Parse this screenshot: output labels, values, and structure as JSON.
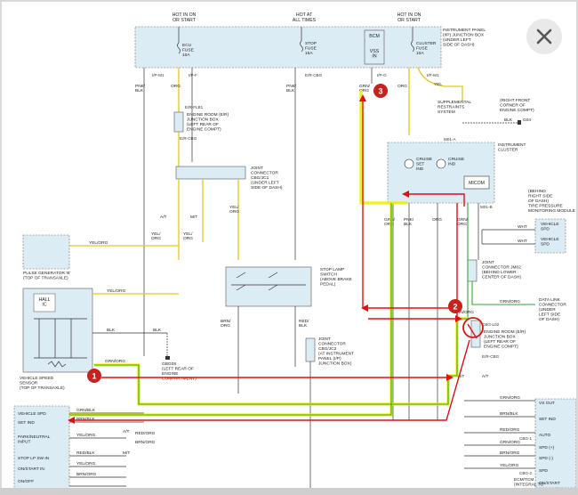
{
  "top_labels": {
    "hot_run_start_1": "HOT IN ON\nOR START",
    "hot_all_times": "HOT AT\nALL TIMES",
    "hot_run_start_2": "HOT IN ON\nOR START"
  },
  "fuses": {
    "ecu": "ECU\nFUSE\n10A",
    "stop": "STOP\nFUSE\n15A",
    "bcm": "BCM",
    "vss_in": "VSS\nIN",
    "cluster": "CLUSTER\nFUSE\n10A"
  },
  "ip_junction_box": "INSTRUMENT PANEL\n(I/P) JUNCTION BOX\n(UNDER LEFT\nSIDE OF DASH)",
  "connector_labels": {
    "er_flb1": "E/R-FLB1",
    "engine_room_box": "ENGINE ROOM (E/R)\nJUNCTION BOX\n(LEFT REAR OF\nENGINE COMPT)",
    "er_cbg": "E/R-CBG",
    "joint_connector_jc1": "JOINT\nCONNECTOR\nCBG/JC1\n(UNDER LEFT\nSIDE OF DASH)",
    "joint_connector_jc2": "JOINT\nCONNECTOR\nCBG/JC2\n(AT INSTRUMENT\nPANEL (I/P)\nJUNCTION BOX)",
    "joint_connector_jm02": "JOINT\nCONNECTOR JM02\n(BEHIND LOWER\nCENTER OF DASH)",
    "er_junction_box_2": "ENGINE ROOM (E/R)\nJUNCTION BOX\n(LEFT REAR OF\nENGINE COMPT)",
    "er_cbg_2": "E/R-CBG",
    "ip_m1": "I/P-M1",
    "ip_f": "I/P-F",
    "ip_g": "I/P-G",
    "ip_m1b": "I/P-M1",
    "er_cbg_top": "E/R-CBG",
    "m01_a": "M01-A",
    "m01_b": "M01-B",
    "cbg_1": "CBG-1",
    "cbg_2": "CBG-2",
    "cbg_l02": "CBG-L02"
  },
  "components": {
    "pulse_generator": "PULSE GENERATOR 'B'\n(TOP OF TRANSAXLE)",
    "vehicle_speed_sensor": "VEHICLE SPEED\nSENSOR\n(TOP OF TRANSAXLE)",
    "hall_ic": "HALL\nIC",
    "gbg08": "GBG08\n(LEFT REAR OF\nENGINE\nCOMPARTMENT)",
    "stop_lamp_switch": "STOP LAMP\nSWITCH\n(ABOVE BRAKE\nPEDAL)",
    "supplemental_restraints": "SUPPLEMENTAL\nRESTRAINTS\nSYSTEM",
    "right_front_corner": "(RIGHT FRONT\nCORNER OF\nENGINE COMPT)",
    "g04": "G04",
    "instrument_cluster": "INSTRUMENT\nCLUSTER",
    "cruise_set_ind": "CRUISE\nSET\nIND",
    "cruise_ind": "CRUISE\nIND",
    "micom": "MICOM",
    "tire_pressure": "(BEHIND\nRIGHT SIDE\nOF DASH)\nTIRE PRESSURE\nMONITORING MODULE",
    "vehicle_spd_1": "VEHICLE\nSPD",
    "vehicle_spd_2": "VEHICLE\nSPD",
    "data_link_connector": "DATA LINK\nCONNECTOR\n(UNDER\nLEFT SIDE\nOF DASH)",
    "ecm_pins": [
      "VS OUT",
      "SET IND",
      "AUTO",
      "SPD (+)",
      "SPD (-)",
      "SPD",
      "ON/START"
    ],
    "ecm_note": "ECM/TCM\n(INTEGRAL TO\nINSTRUMENT PANEL)",
    "left_module_pins": [
      "VEHICLE SPD",
      "SET IND",
      "PARK/NEUTRAL\nINPUT",
      "STOP LP SW IN",
      "ON/START IN",
      "ON/OFF"
    ]
  },
  "wire_colors": {
    "yel_org": "YEL/ORG",
    "pnk_blk": "PNK/\nBLK",
    "org": "ORG",
    "grn_org": "GRN/ORG",
    "brn_org": "BRN/ORG",
    "red_blk": "RED/BLK",
    "yel": "YEL",
    "blk": "BLK",
    "wht": "WHT",
    "grn_blk": "GRN/BLK",
    "brn_blk": "BRN/BLK",
    "red_org": "RED/ORG",
    "at": "A/T",
    "mt": "M/T"
  },
  "callouts": [
    "1",
    "2",
    "3"
  ],
  "close_button_label": "close"
}
